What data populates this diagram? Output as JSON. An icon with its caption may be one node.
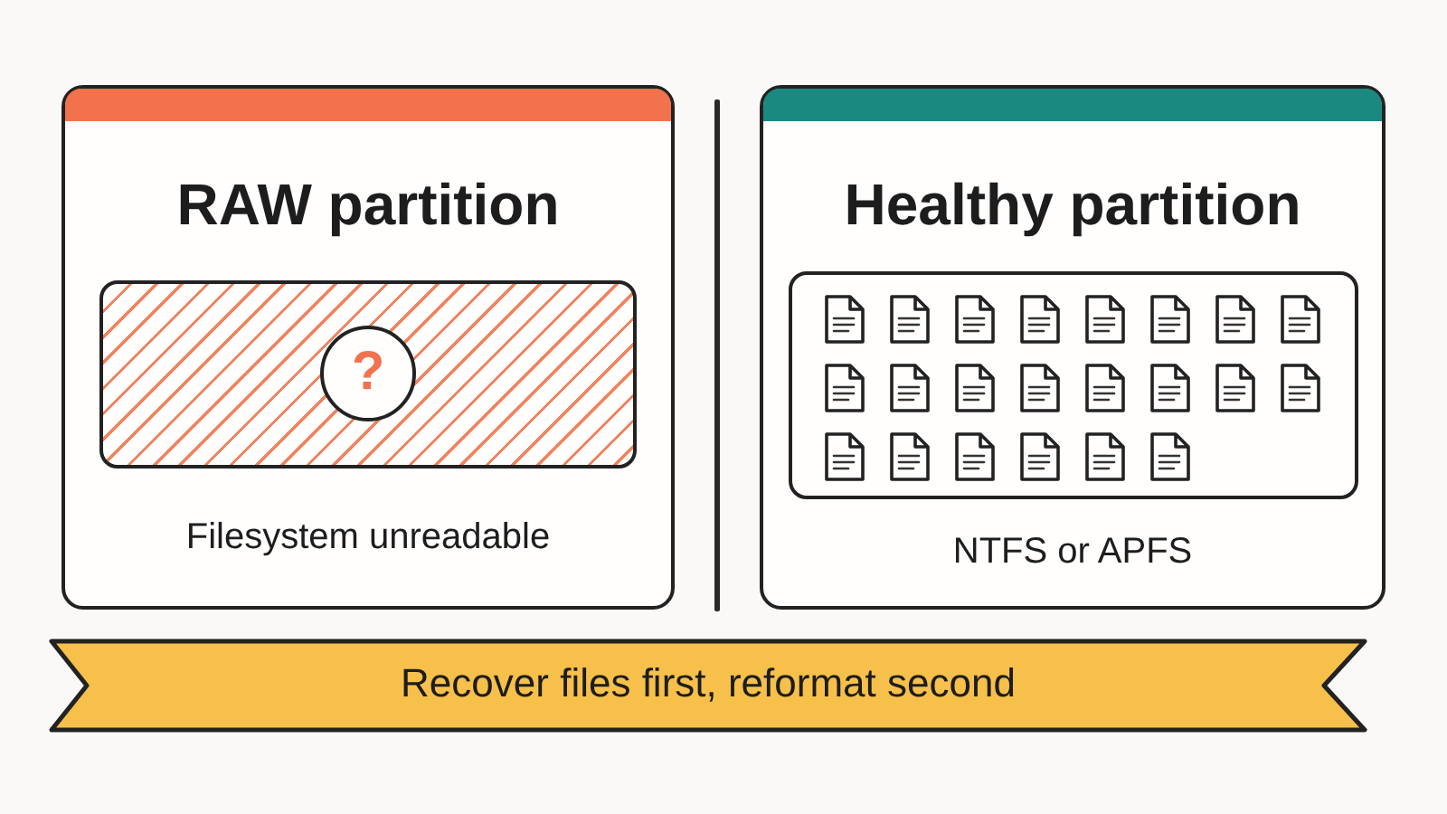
{
  "diagram": {
    "nodes": [
      {
        "text": [
          "RAW partition",
          "Filesystem unreadable"
        ]
      },
      {
        "text": [],
        "shape": "box",
        "in": 0
      },
      {
        "text": [
          "?"
        ],
        "in": 1
      },
      {
        "text": [
          "Healthy partition",
          "NTFS or APFS"
        ]
      },
      {
        "text": [],
        "shape": "box",
        "in": 3
      },
      {
        "text": [
          "Recover files first, reformat second"
        ]
      }
    ]
  }
}
